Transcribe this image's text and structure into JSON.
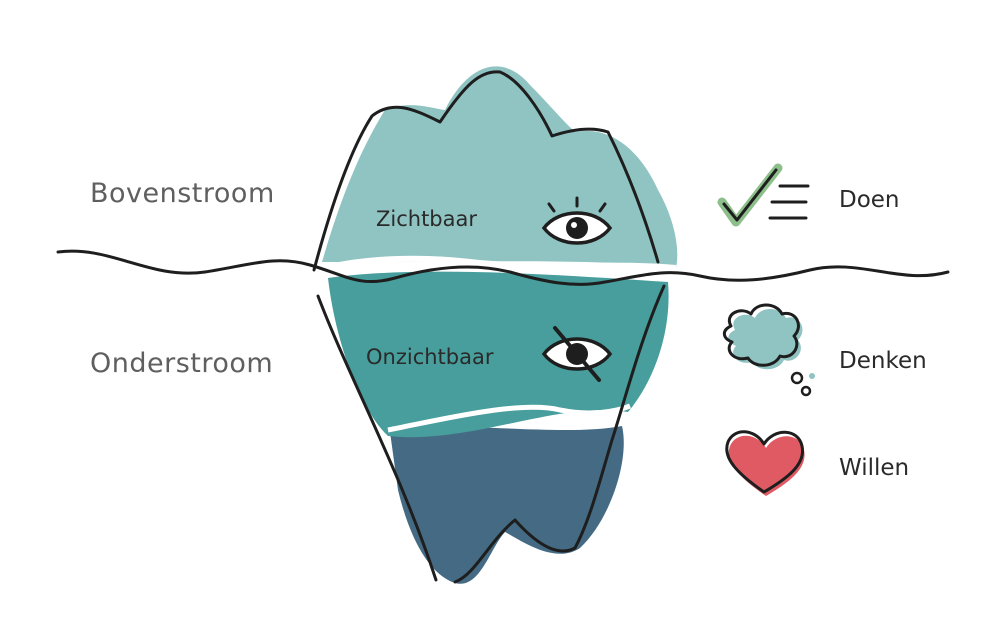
{
  "levels": {
    "above": "Bovenstroom",
    "below": "Onderstroom"
  },
  "iceberg": {
    "visible": "Zichtbaar",
    "invisible": "Onzichtbaar"
  },
  "aspects": [
    {
      "label": "Doen",
      "icon": "check-list-icon"
    },
    {
      "label": "Denken",
      "icon": "thought-cloud-icon"
    },
    {
      "label": "Willen",
      "icon": "heart-icon"
    }
  ],
  "colors": {
    "tip": "#8fc4c2",
    "middle": "#479e9c",
    "base": "#456b84",
    "heart": "#e05a63",
    "check": "#8dbf8b",
    "cloud": "#8fc4c2",
    "ink": "#1e1e1e"
  }
}
